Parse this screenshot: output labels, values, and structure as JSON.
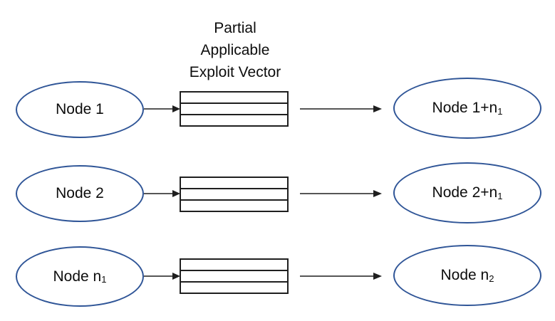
{
  "title": {
    "lines": [
      "Partial",
      "Applicable",
      "Exploit Vector"
    ]
  },
  "rows": [
    {
      "source": {
        "text": "Node 1",
        "sub": ""
      },
      "target": {
        "text": "Node 1+n",
        "sub": "1"
      }
    },
    {
      "source": {
        "text": "Node 2",
        "sub": ""
      },
      "target": {
        "text": "Node 2+n",
        "sub": "1"
      }
    },
    {
      "source": {
        "text": "Node n",
        "sub": "1"
      },
      "target": {
        "text": "Node n",
        "sub": "2"
      }
    }
  ],
  "box": {
    "stripe_count": 3
  },
  "colors": {
    "ellipse_border": "#2F5597",
    "connector": "#1f1f1f",
    "box_border": "#1f1f1f",
    "background": "#ffffff",
    "text": "#0d0d0d"
  }
}
